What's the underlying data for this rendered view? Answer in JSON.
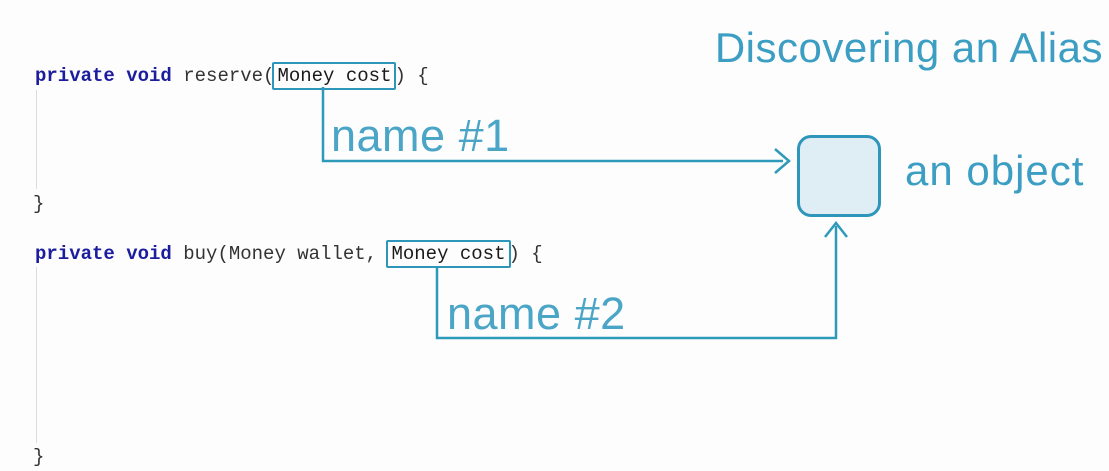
{
  "title": "Discovering an Alias",
  "code": {
    "method1": {
      "keyword": "private void ",
      "signature": "reserve(",
      "boxed_param": "Money cost",
      "after": ") {",
      "closing_brace": "}"
    },
    "method2": {
      "keyword": "private void ",
      "signature": "buy(Money wallet, ",
      "boxed_param": "Money cost",
      "after": ") {",
      "closing_brace": "}"
    }
  },
  "annotations": {
    "name1": "name #1",
    "name2": "name #2",
    "object_label": "an object"
  },
  "colors": {
    "accent_teal": "#3b9ec2",
    "label_teal": "#4aa5c7",
    "line_teal": "#2e9aba",
    "param_box_border": "#2e96ba",
    "object_box_fill": "#dfeef5",
    "keyword_blue": "#1c1c9e",
    "code_text": "#333333",
    "indent_guide": "#dcdcdc"
  }
}
